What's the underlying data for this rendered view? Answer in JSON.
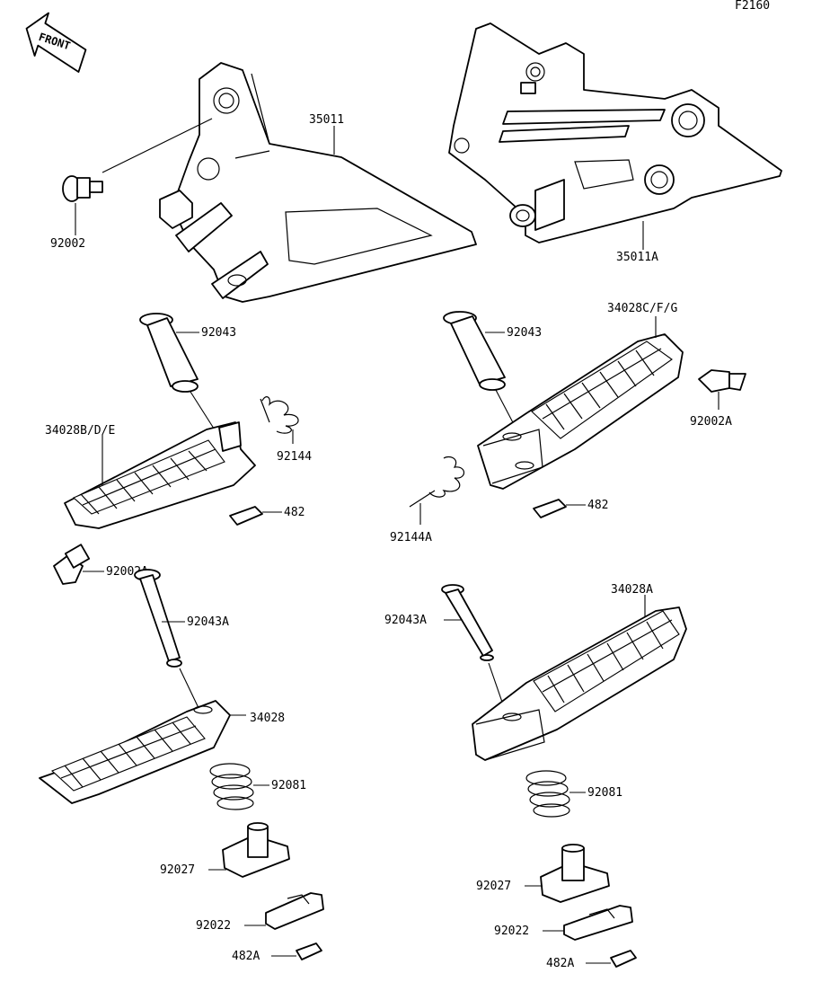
{
  "figure_code": "F2160",
  "front_badge": "FRONT",
  "labels": {
    "p35011": "35011",
    "p35011A": "35011A",
    "p92002": "92002",
    "p92043_l": "92043",
    "p92043_r": "92043",
    "p34028CFG": "34028C/F/G",
    "p92002A_r": "92002A",
    "p34028BDE": "34028B/D/E",
    "p92144": "92144",
    "p92144A": "92144A",
    "p482_l": "482",
    "p482_r": "482",
    "p92002A_l": "92002A",
    "p92043A_l": "92043A",
    "p92043A_r": "92043A",
    "p34028A": "34028A",
    "p34028": "34028",
    "p92081_l": "92081",
    "p92081_r": "92081",
    "p92027_l": "92027",
    "p92027_r": "92027",
    "p92022_l": "92022",
    "p92022_r": "92022",
    "p482A_l": "482A",
    "p482A_r": "482A"
  }
}
